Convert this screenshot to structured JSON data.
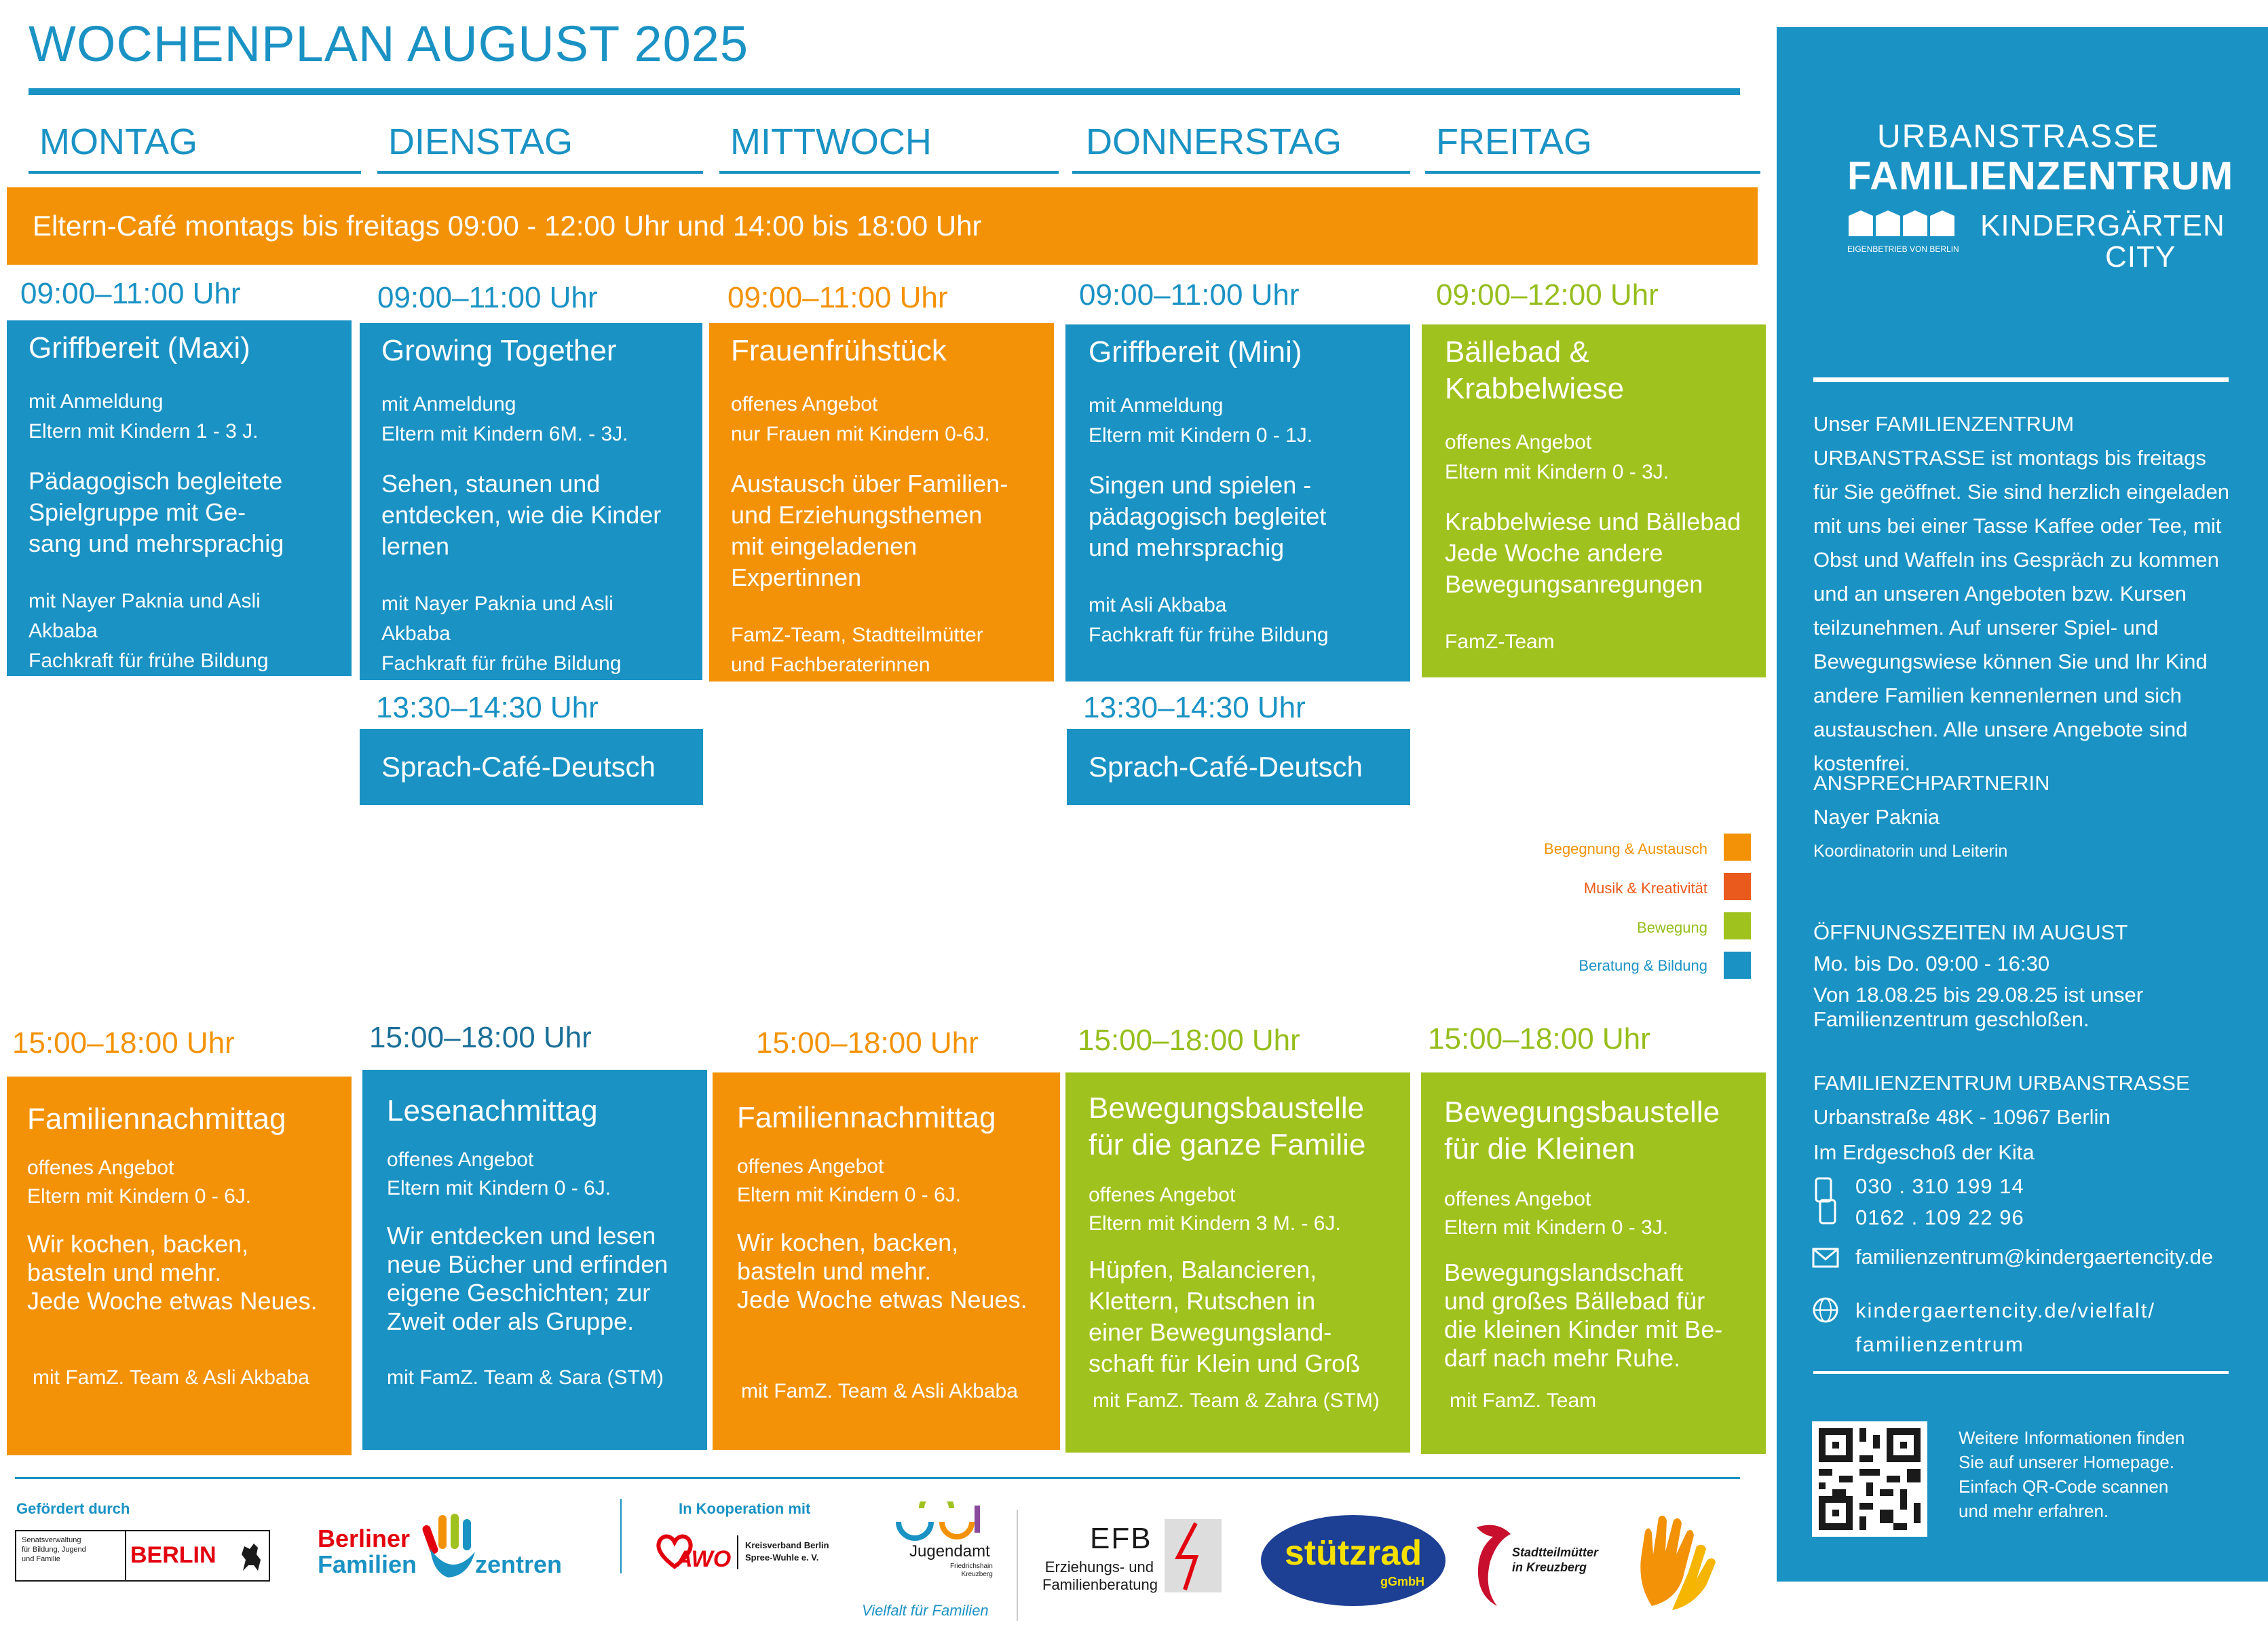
{
  "title": "WOCHENPLAN AUGUST 2025",
  "days": [
    "MONTAG",
    "DIENSTAG",
    "MITTWOCH",
    "DONNERSTAG",
    "FREITAG"
  ],
  "banner": "Eltern-Café montags bis freitags 09:00 - 12:00 Uhr und 14:00 bis 18:00 Uhr",
  "morning": [
    {
      "time": "09:00–11:00 Uhr",
      "title": "Griffbereit (Maxi)",
      "info": "mit Anmeldung\nEltern mit Kindern 1 - 3 J.",
      "desc": "Pädagogisch begleitete\nSpielgruppe mit Ge-\nsang und mehrsprachig",
      "staff": "mit Nayer Paknia und Asli Akbaba\nFachkraft für frühe Bildung"
    },
    {
      "time": "09:00–11:00 Uhr",
      "title": "Growing Together",
      "info": "mit Anmeldung\nEltern mit Kindern 6M. - 3J.",
      "desc": "Sehen, staunen und\nentdecken, wie die Kinder\nlernen",
      "staff": "mit Nayer Paknia und Asli Akbaba\nFachkraft für frühe Bildung"
    },
    {
      "time": "09:00–11:00 Uhr",
      "title": "Frauenfrühstück",
      "info": "offenes Angebot\nnur Frauen mit Kindern 0-6J.",
      "desc": "Austausch über Familien-\nund Erziehungsthemen\nmit eingeladenen Expertinnen",
      "staff": "FamZ-Team, Stadtteilmütter\nund Fachberaterinnen"
    },
    {
      "time": "09:00–11:00 Uhr",
      "title": "Griffbereit (Mini)",
      "info": "mit Anmeldung\nEltern mit Kindern 0 - 1J.",
      "desc": "Singen und  spielen -\npädagogisch begleitet\nund mehrsprachig",
      "staff": "mit Asli Akbaba\nFachkraft für frühe Bildung"
    },
    {
      "time": "09:00–12:00 Uhr",
      "title": "Bällebad  & Krabbelwiese",
      "info": "offenes Angebot\nEltern mit Kindern 0 - 3J.",
      "desc": "Krabbelwiese und Bällebad\nJede Woche andere\nBewegungsanregungen",
      "staff": "FamZ-Team"
    }
  ],
  "midday": [
    {
      "time": "13:30–14:30 Uhr",
      "title": "Sprach-Café-Deutsch"
    },
    {
      "time": "13:30–14:30 Uhr",
      "title": "Sprach-Café-Deutsch"
    }
  ],
  "legend": [
    {
      "label": "Begegnung & Austausch",
      "color": "#f39206"
    },
    {
      "label": "Musik & Kreativität",
      "color": "#ea5a1c"
    },
    {
      "label": "Bewegung",
      "color": "#a0c21e"
    },
    {
      "label": "Beratung & Bildung",
      "color": "#1a92c4"
    }
  ],
  "afternoon": [
    {
      "time": "15:00–18:00 Uhr",
      "title": "Familiennachmittag",
      "info": "offenes Angebot\nEltern mit Kindern  0 - 6J.",
      "desc": "Wir kochen, backen,\nbasteln und mehr.\nJede Woche etwas Neues.",
      "staff": "mit FamZ. Team & Asli Akbaba"
    },
    {
      "time": "15:00–18:00 Uhr",
      "title": "Lesenachmittag",
      "info": "offenes Angebot\nEltern mit Kindern 0 - 6J.",
      "desc": "Wir entdecken und lesen\nneue Bücher und erfinden\neigene Geschichten; zur\nZweit oder als Gruppe.",
      "staff": "mit FamZ. Team  & Sara (STM)"
    },
    {
      "time": "15:00–18:00 Uhr",
      "title": "Familiennachmittag",
      "info": "offenes Angebot\nEltern mit Kindern  0 - 6J.",
      "desc": "Wir kochen, backen,\nbasteln und mehr.\nJede Woche etwas Neues.",
      "staff": "mit FamZ. Team & Asli Akbaba"
    },
    {
      "time": "15:00–18:00 Uhr",
      "title": "Bewegungsbaustelle\nfür die ganze Familie",
      "info": "offenes Angebot\nEltern mit Kindern 3 M. - 6J.",
      "desc": "Hüpfen, Balancieren,\nKlettern, Rutschen in\neiner Bewegungsland-\nschaft für Klein und Groß",
      "staff": "mit FamZ. Team & Zahra (STM)"
    },
    {
      "time": "15:00–18:00 Uhr",
      "title": "Bewegungsbaustelle\nfür die Kleinen",
      "info": "offenes Angebot\nEltern mit Kindern 0 - 3J.",
      "desc": "Bewegungslandschaft\nund großes Bällebad für\ndie kleinen Kinder mit Be-\ndarf nach mehr Ruhe.",
      "staff": "mit FamZ. Team"
    }
  ],
  "sidebar": {
    "logo_line1": "URBANSTRASSE",
    "logo_line2": "FAMILIENZENTRUM",
    "logo_line3": "KINDERGÄRTEN",
    "logo_line4": "CITY",
    "logo_small": "EIGENBETRIEB VON BERLIN",
    "intro": "Unser FAMILIENZENTRUM URBANSTRASSE ist montags bis freitags für Sie geöffnet. Sie sind herzlich eingeladen mit uns bei einer Tasse Kaffee oder Tee, mit Obst und Waffeln ins Gespräch zu kommen und an unseren Angeboten bzw. Kursen teilzunehmen. Auf unserer Spiel- und Bewegungswiese können Sie und Ihr Kind andere Familien kennenlernen und sich austauschen. Alle unsere Angebote sind kostenfrei.",
    "contact_heading": "ANSPRECHPARTNERIN",
    "contact_name": "Nayer Paknia",
    "contact_role": "Koordinatorin und Leiterin",
    "hours_heading": "ÖFFNUNGSZEITEN IM AUGUST",
    "hours_line1": "Mo. bis Do. 09:00 - 16:30",
    "hours_line2": "Von 18.08.25 bis 29.08.25 ist unser Familienzentrum geschloßen.",
    "address_heading": "FAMILIENZENTRUM URBANSTRASSE",
    "address_line1": "Urbanstraße 48K - 10967 Berlin",
    "address_line2": "Im Erdgeschoß der Kita",
    "phone1": "030 . 310 199 14",
    "phone2": "0162 . 109 22 96",
    "email": "familienzentrum@kindergaertencity.de",
    "web": "kindergaertencity.de/vielfalt/\nfamilienzentrum",
    "qr_text": "Weitere Informationen finden\nSie auf unserer Homepage.\nEinfach QR-Code scannen\nund mehr erfahren."
  },
  "footer": {
    "funded_label": "Gefördert durch",
    "senat_text": "Senatsverwaltung\nfür Bildung, Jugend\nund Familie",
    "berlin": "BERLIN",
    "bfz_line1": "Berliner",
    "bfz_line2": "Familien",
    "bfz_line3": "zentren",
    "coop_label": "In Kooperation mit",
    "awo": "AWO",
    "awo_sub": "Kreisverband Berlin\nSpree-Wuhle e. V.",
    "jugendamt": "Jugendamt",
    "jugendamt_sub": "Friedrichshain\nKreuzberg",
    "vielfalt": "Vielfalt für Familien",
    "efb": "EFB",
    "efb_sub": "Erziehungs- und\nFamilienberatung",
    "stuetzrad": "stützrad",
    "stuetzrad_sub": "gGmbH",
    "stm": "Stadtteilmütter\nin Kreuzberg"
  },
  "colors": {
    "blue": "#1a92c4",
    "orange": "#f39206",
    "green": "#a0c21e",
    "red": "#ea5a1c"
  }
}
